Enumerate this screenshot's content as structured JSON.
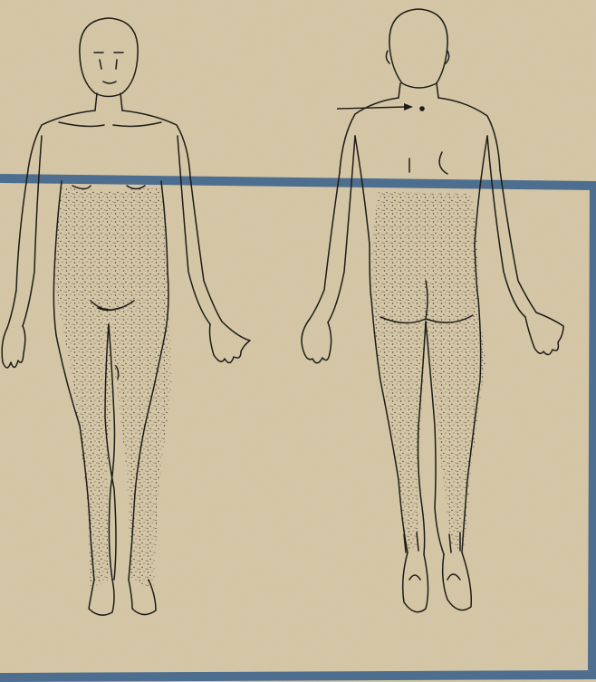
{
  "image": {
    "description_visible_text": [],
    "colors": {
      "paper": "#d6c8a7",
      "paper_dark": "#c9b994",
      "ink": "#1e1c18",
      "stipple": "#2b2722",
      "frame_blue": "#4d6e8f"
    }
  },
  "figures": [
    {
      "id": "anterior",
      "view": "front",
      "shaded_regions": [
        "abdomen",
        "thighs",
        "legs"
      ]
    },
    {
      "id": "posterior",
      "view": "back",
      "shaded_regions": [
        "lower-back",
        "buttocks",
        "thighs",
        "legs",
        "ankles"
      ],
      "marker": "arrow"
    }
  ]
}
